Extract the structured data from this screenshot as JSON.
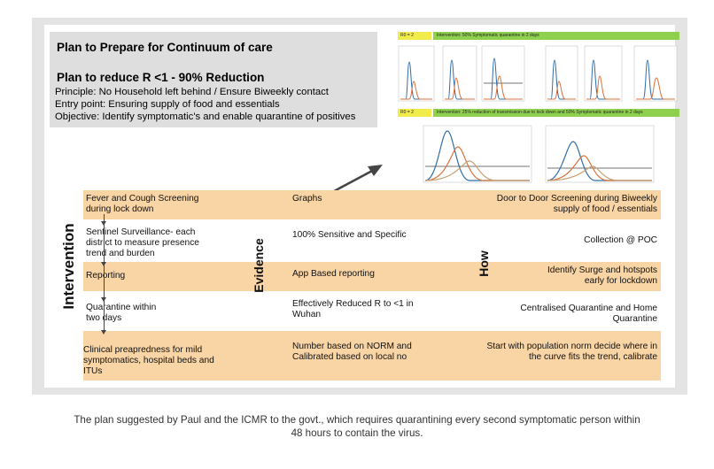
{
  "plan": {
    "title": "Plan to Prepare for Continuum of care",
    "subtitle": "Plan to reduce R <1 - 90% Reduction",
    "lines": [
      "Principle: No Household left behind / Ensure Biweekly contact",
      "Entry point: Ensuring supply of food and essentials",
      "Objective: Identify symptomatic's and enable quarantine of positives"
    ]
  },
  "banners": {
    "top_r": "R0 = 2",
    "top_text": "Intervention:   50% Symptomatic quarantine in 2 days",
    "bottom_r": "R0 = 2",
    "bottom_text": "Intervention:   25% reduction of transmission due to lock down and 50% Symptomatic quarantine in 2 days"
  },
  "section_labels": {
    "intervention": "Intervention",
    "evidence": "Evidence",
    "how": "How"
  },
  "rows": [
    {
      "intervention": [
        "Fever and Cough Screening",
        "during lock down"
      ],
      "evidence": [
        "Graphs"
      ],
      "how": [
        "Door to Door Screening during Biweekly",
        "supply of food / essentials"
      ]
    },
    {
      "intervention": [
        "Sentinel Surveillance- each",
        "district to measure presence",
        "trend and burden"
      ],
      "evidence": [
        "100% Sensitive and Specific"
      ],
      "how": [
        "Collection @ POC"
      ]
    },
    {
      "intervention": [
        "Reporting"
      ],
      "evidence": [
        "App Based reporting"
      ],
      "how": [
        "Identify Surge and hotspots",
        "early for lockdown"
      ]
    },
    {
      "intervention": [
        "Quarantine within",
        "two days"
      ],
      "evidence": [
        "Effectively Reduced R to <1 in",
        "Wuhan"
      ],
      "how": [
        "Centralised Quarantine and Home",
        "Quarantine"
      ]
    },
    {
      "intervention": [
        "Clinical preapredness for mild",
        "symptomatics, hospital beds and",
        "ITUs"
      ],
      "evidence": [
        "Number based on NORM and",
        "Calibrated based on local no"
      ],
      "how": [
        "Start with population norm decide where in",
        "the curve fits the trend, calibrate"
      ]
    }
  ],
  "caption": {
    "line1": "The plan suggested by Paul and the ICMR to the govt., which requires quarantining every second symptomatic person within",
    "line2": "48 hours to contain the virus."
  },
  "colors": {
    "orange_row": "#f9d4a5",
    "plan_box": "#dedede",
    "banner_green": "#8fd14f",
    "banner_yellow": "#f1ec4a",
    "curve_blue": "#2f6fa8",
    "curve_orange": "#d9733b",
    "curve_tan": "#c8a070"
  }
}
